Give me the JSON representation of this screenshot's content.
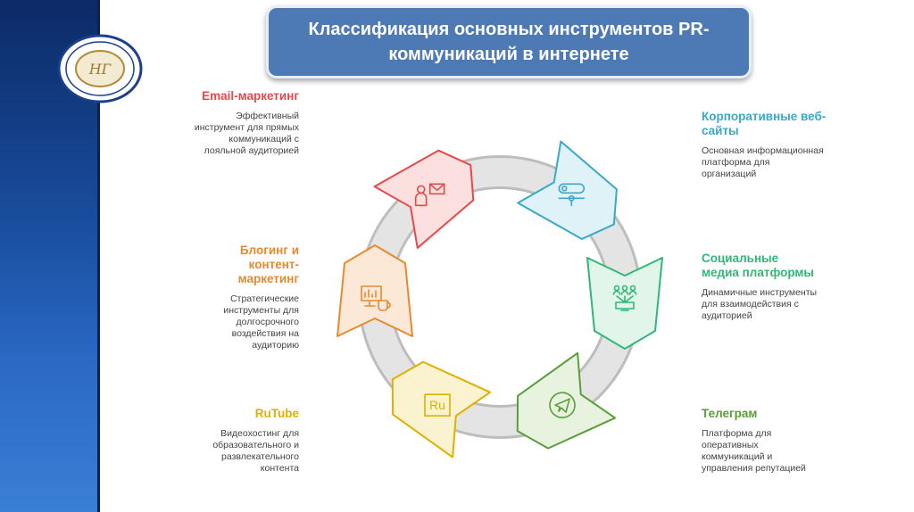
{
  "title": "Классификация основных инструментов PR-коммуникаций в интернете",
  "nodes": [
    {
      "heading": "Email-маркетинг",
      "description": "Эффективный инструмент для прямых коммуникаций с лояльной аудиторией",
      "color": "#e34a4a",
      "icon": "person-mail-icon"
    },
    {
      "heading": "Корпоративные веб-сайты",
      "description": "Основная информационная платформа для организаций",
      "color": "#3aa8c8",
      "icon": "website-icon"
    },
    {
      "heading": "Социальные медиа платформы",
      "description": "Динамичные инструменты для взаимодействия с аудиторией",
      "color": "#2fb877",
      "icon": "social-network-icon"
    },
    {
      "heading": "Телеграм",
      "description": "Платформа для оперативных коммуникаций и управления репутацией",
      "color": "#5a9e3a",
      "icon": "telegram-icon"
    },
    {
      "heading": "RuTube",
      "description": "Видеохостинг для образовательного и развлекательного контента",
      "color": "#e0b000",
      "icon": "rutube-icon",
      "icon_text": "Ru"
    },
    {
      "heading": "Блогинг и контент-маркетинг",
      "description": "Стратегические инструменты для долгосрочного воздействия на аудиторию",
      "color": "#e58a2e",
      "icon": "blog-content-icon"
    }
  ]
}
